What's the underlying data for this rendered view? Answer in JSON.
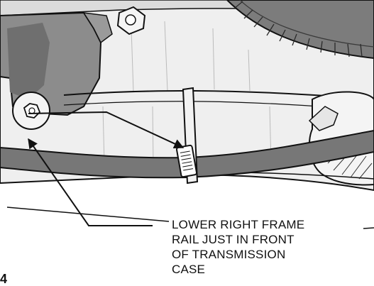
{
  "callout": {
    "lines": [
      "LOWER RIGHT FRAME",
      "RAIL JUST IN FRONT",
      "OF TRANSMISSION",
      "CASE"
    ]
  },
  "figure_mark": "4",
  "colors": {
    "ink": "#111111",
    "frame_rail_gray": "#777777",
    "engine_gray": "#8c8c8c",
    "panel_light": "#efefef",
    "background": "#ffffff"
  }
}
